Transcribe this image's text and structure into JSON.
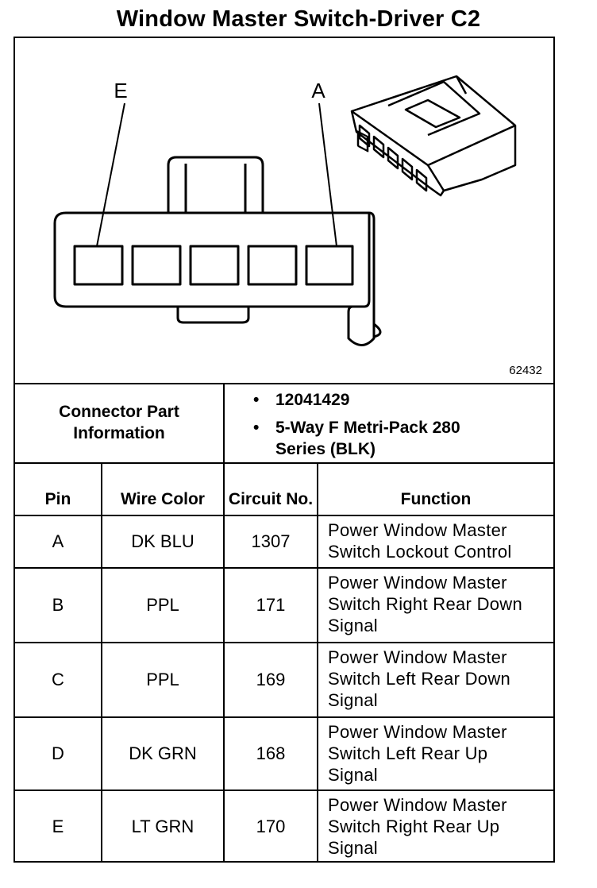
{
  "title": "Window Master Switch-Driver C2",
  "diagram": {
    "label_left": "E",
    "label_right": "A",
    "figure_number": "62432"
  },
  "connector_info": {
    "label": "Connector Part Information",
    "items": [
      "12041429",
      "5-Way F Metri-Pack 280 Series (BLK)"
    ],
    "bullet": "•"
  },
  "table": {
    "headers": {
      "pin": "Pin",
      "wire_color": "Wire Color",
      "circuit_no": "Circuit No.",
      "function": "Function"
    },
    "rows": [
      {
        "pin": "A",
        "wire_color": "DK BLU",
        "circuit": "1307",
        "function": "Power Window Master Switch Lockout Control"
      },
      {
        "pin": "B",
        "wire_color": "PPL",
        "circuit": "171",
        "function": "Power Window Master Switch Right Rear Down Signal"
      },
      {
        "pin": "C",
        "wire_color": "PPL",
        "circuit": "169",
        "function": "Power Window Master Switch Left Rear Down Signal"
      },
      {
        "pin": "D",
        "wire_color": "DK GRN",
        "circuit": "168",
        "function": "Power Window Master Switch Left Rear Up Signal"
      },
      {
        "pin": "E",
        "wire_color": "LT GRN",
        "circuit": "170",
        "function": "Power Window Master Switch Right Rear Up Signal"
      }
    ]
  }
}
